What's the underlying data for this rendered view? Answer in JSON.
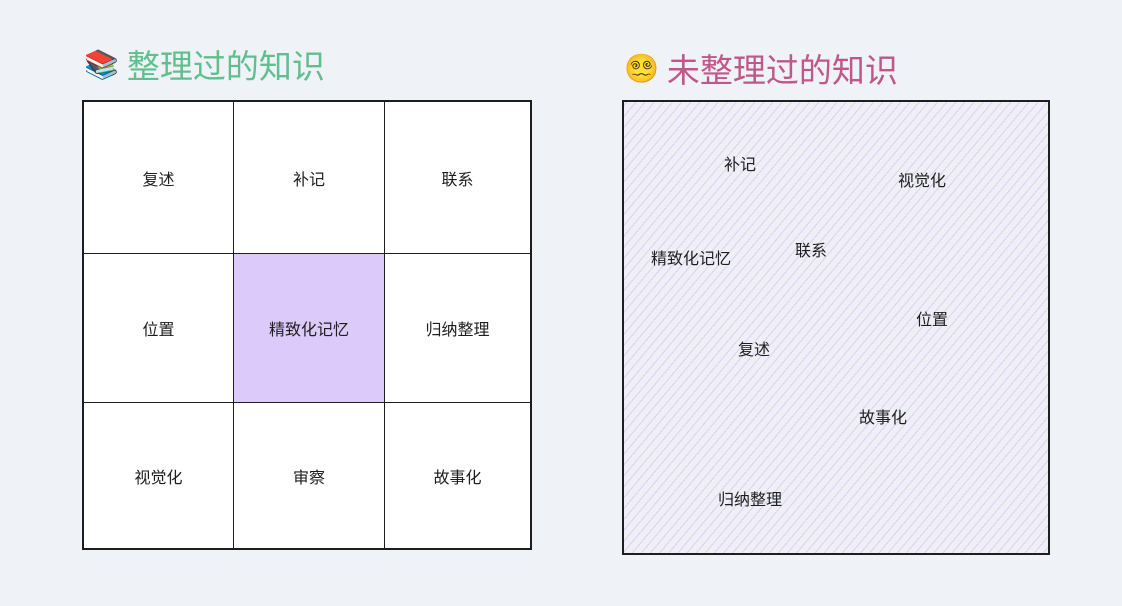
{
  "organized": {
    "emoji": "📚",
    "title": "整理过的知识",
    "cells": [
      "复述",
      "补记",
      "联系",
      "位置",
      "精致化记忆",
      "归纳整理",
      "视觉化",
      "审察",
      "故事化"
    ],
    "highlight_color": "#dccbfa",
    "title_color": "#5fbf8d"
  },
  "unorganized": {
    "emoji": "😵‍💫",
    "title": "未整理过的知识",
    "labels": [
      "补记",
      "视觉化",
      "精致化记忆",
      "联系",
      "位置",
      "复述",
      "故事化",
      "归纳整理"
    ],
    "title_color": "#c0578a"
  }
}
